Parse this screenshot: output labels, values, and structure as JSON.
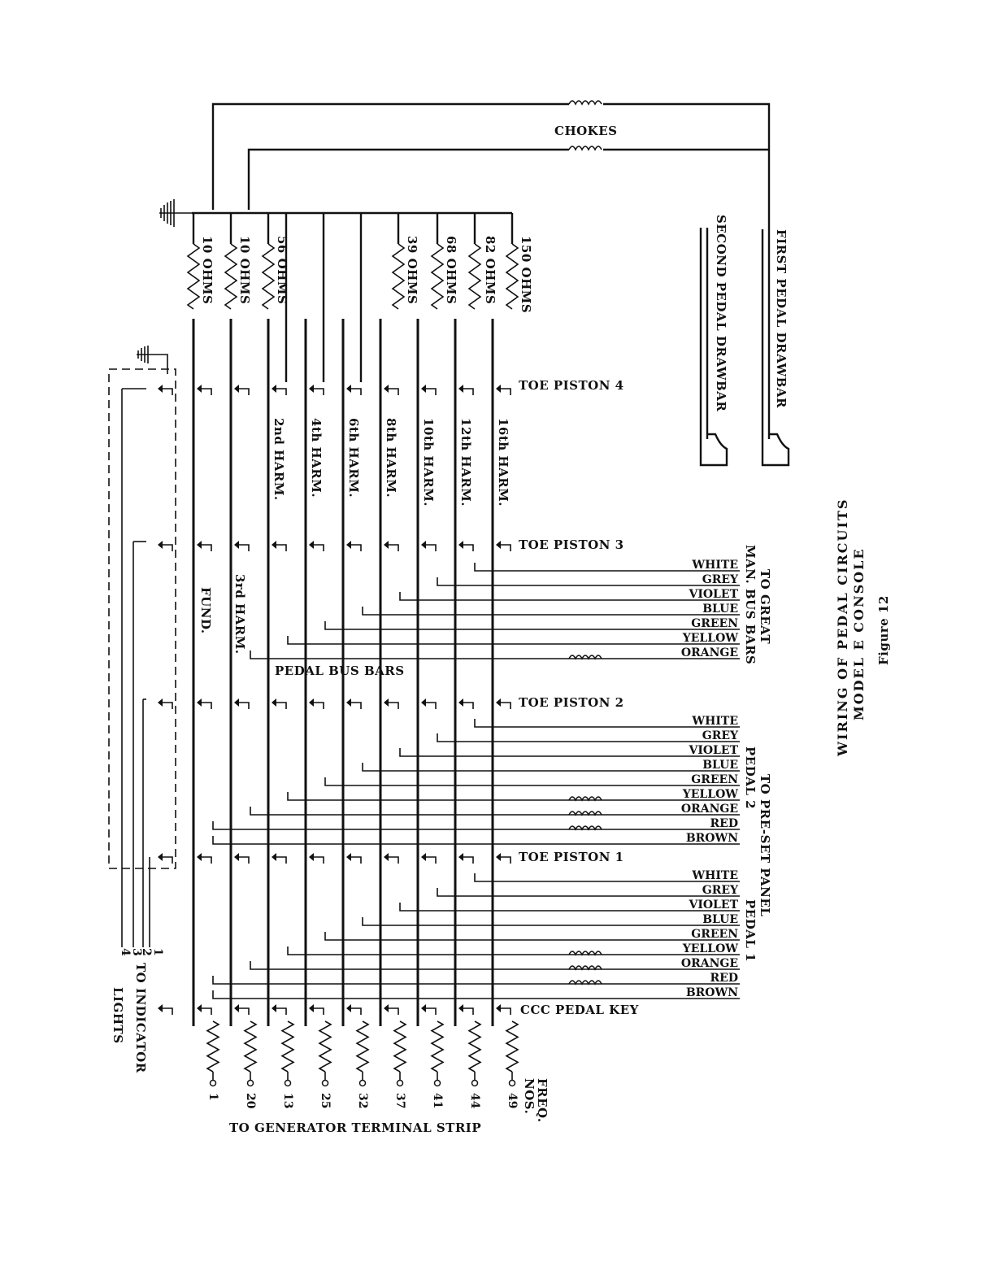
{
  "title": {
    "line1": "WIRING OF PEDAL CIRCUITS",
    "line2": "MODEL E CONSOLE",
    "figure": "Figure 12"
  },
  "chokes_label": "CHOKES",
  "drawbars": [
    "SECOND PEDAL DRAWBAR",
    "FIRST PEDAL DRAWBAR"
  ],
  "resistors": [
    "10 OHMS",
    "10 OHMS",
    "56 OHMS",
    "39 OHMS",
    "68 OHMS",
    "82 OHMS",
    "150 OHMS"
  ],
  "harmonics": [
    "2nd HARM.",
    "4th HARM.",
    "6th HARM.",
    "8th HARM.",
    "10th HARM.",
    "12th HARM.",
    "16th HARM."
  ],
  "fund_label": "FUND.",
  "third_harm_label": "3rd HARM.",
  "bus_bars_label": "PEDAL BUS BARS",
  "toe_pistons": [
    "TOE PISTON 4",
    "TOE PISTON 3",
    "TOE PISTON 2",
    "TOE PISTON 1"
  ],
  "pedal_key_label": "CCC PEDAL KEY",
  "wire_colors_great": [
    "WHITE",
    "GREY",
    "VIOLET",
    "BLUE",
    "GREEN",
    "YELLOW",
    "ORANGE"
  ],
  "wire_colors_pedal": [
    "WHITE",
    "GREY",
    "VIOLET",
    "BLUE",
    "GREEN",
    "YELLOW",
    "ORANGE",
    "RED",
    "BROWN"
  ],
  "to_great_line1": "TO GREAT",
  "to_great_line2": "MAN. BUS BARS",
  "to_preset_line1": "TO PRE-SET PANEL",
  "to_preset_pedal2": "PEDAL 2",
  "to_preset_pedal1": "PEDAL 1",
  "indicator_numbers": [
    "1",
    "2",
    "3",
    "4"
  ],
  "to_indicator_line1": "TO INDICATOR",
  "to_indicator_line2": "LIGHTS",
  "freq_nos_line1": "FREQ.",
  "freq_nos_line2": "NOS.",
  "terminal_numbers": [
    "1",
    "20",
    "13",
    "25",
    "32",
    "37",
    "41",
    "44",
    "49"
  ],
  "terminal_strip_label": "TO GENERATOR TERMINAL STRIP"
}
